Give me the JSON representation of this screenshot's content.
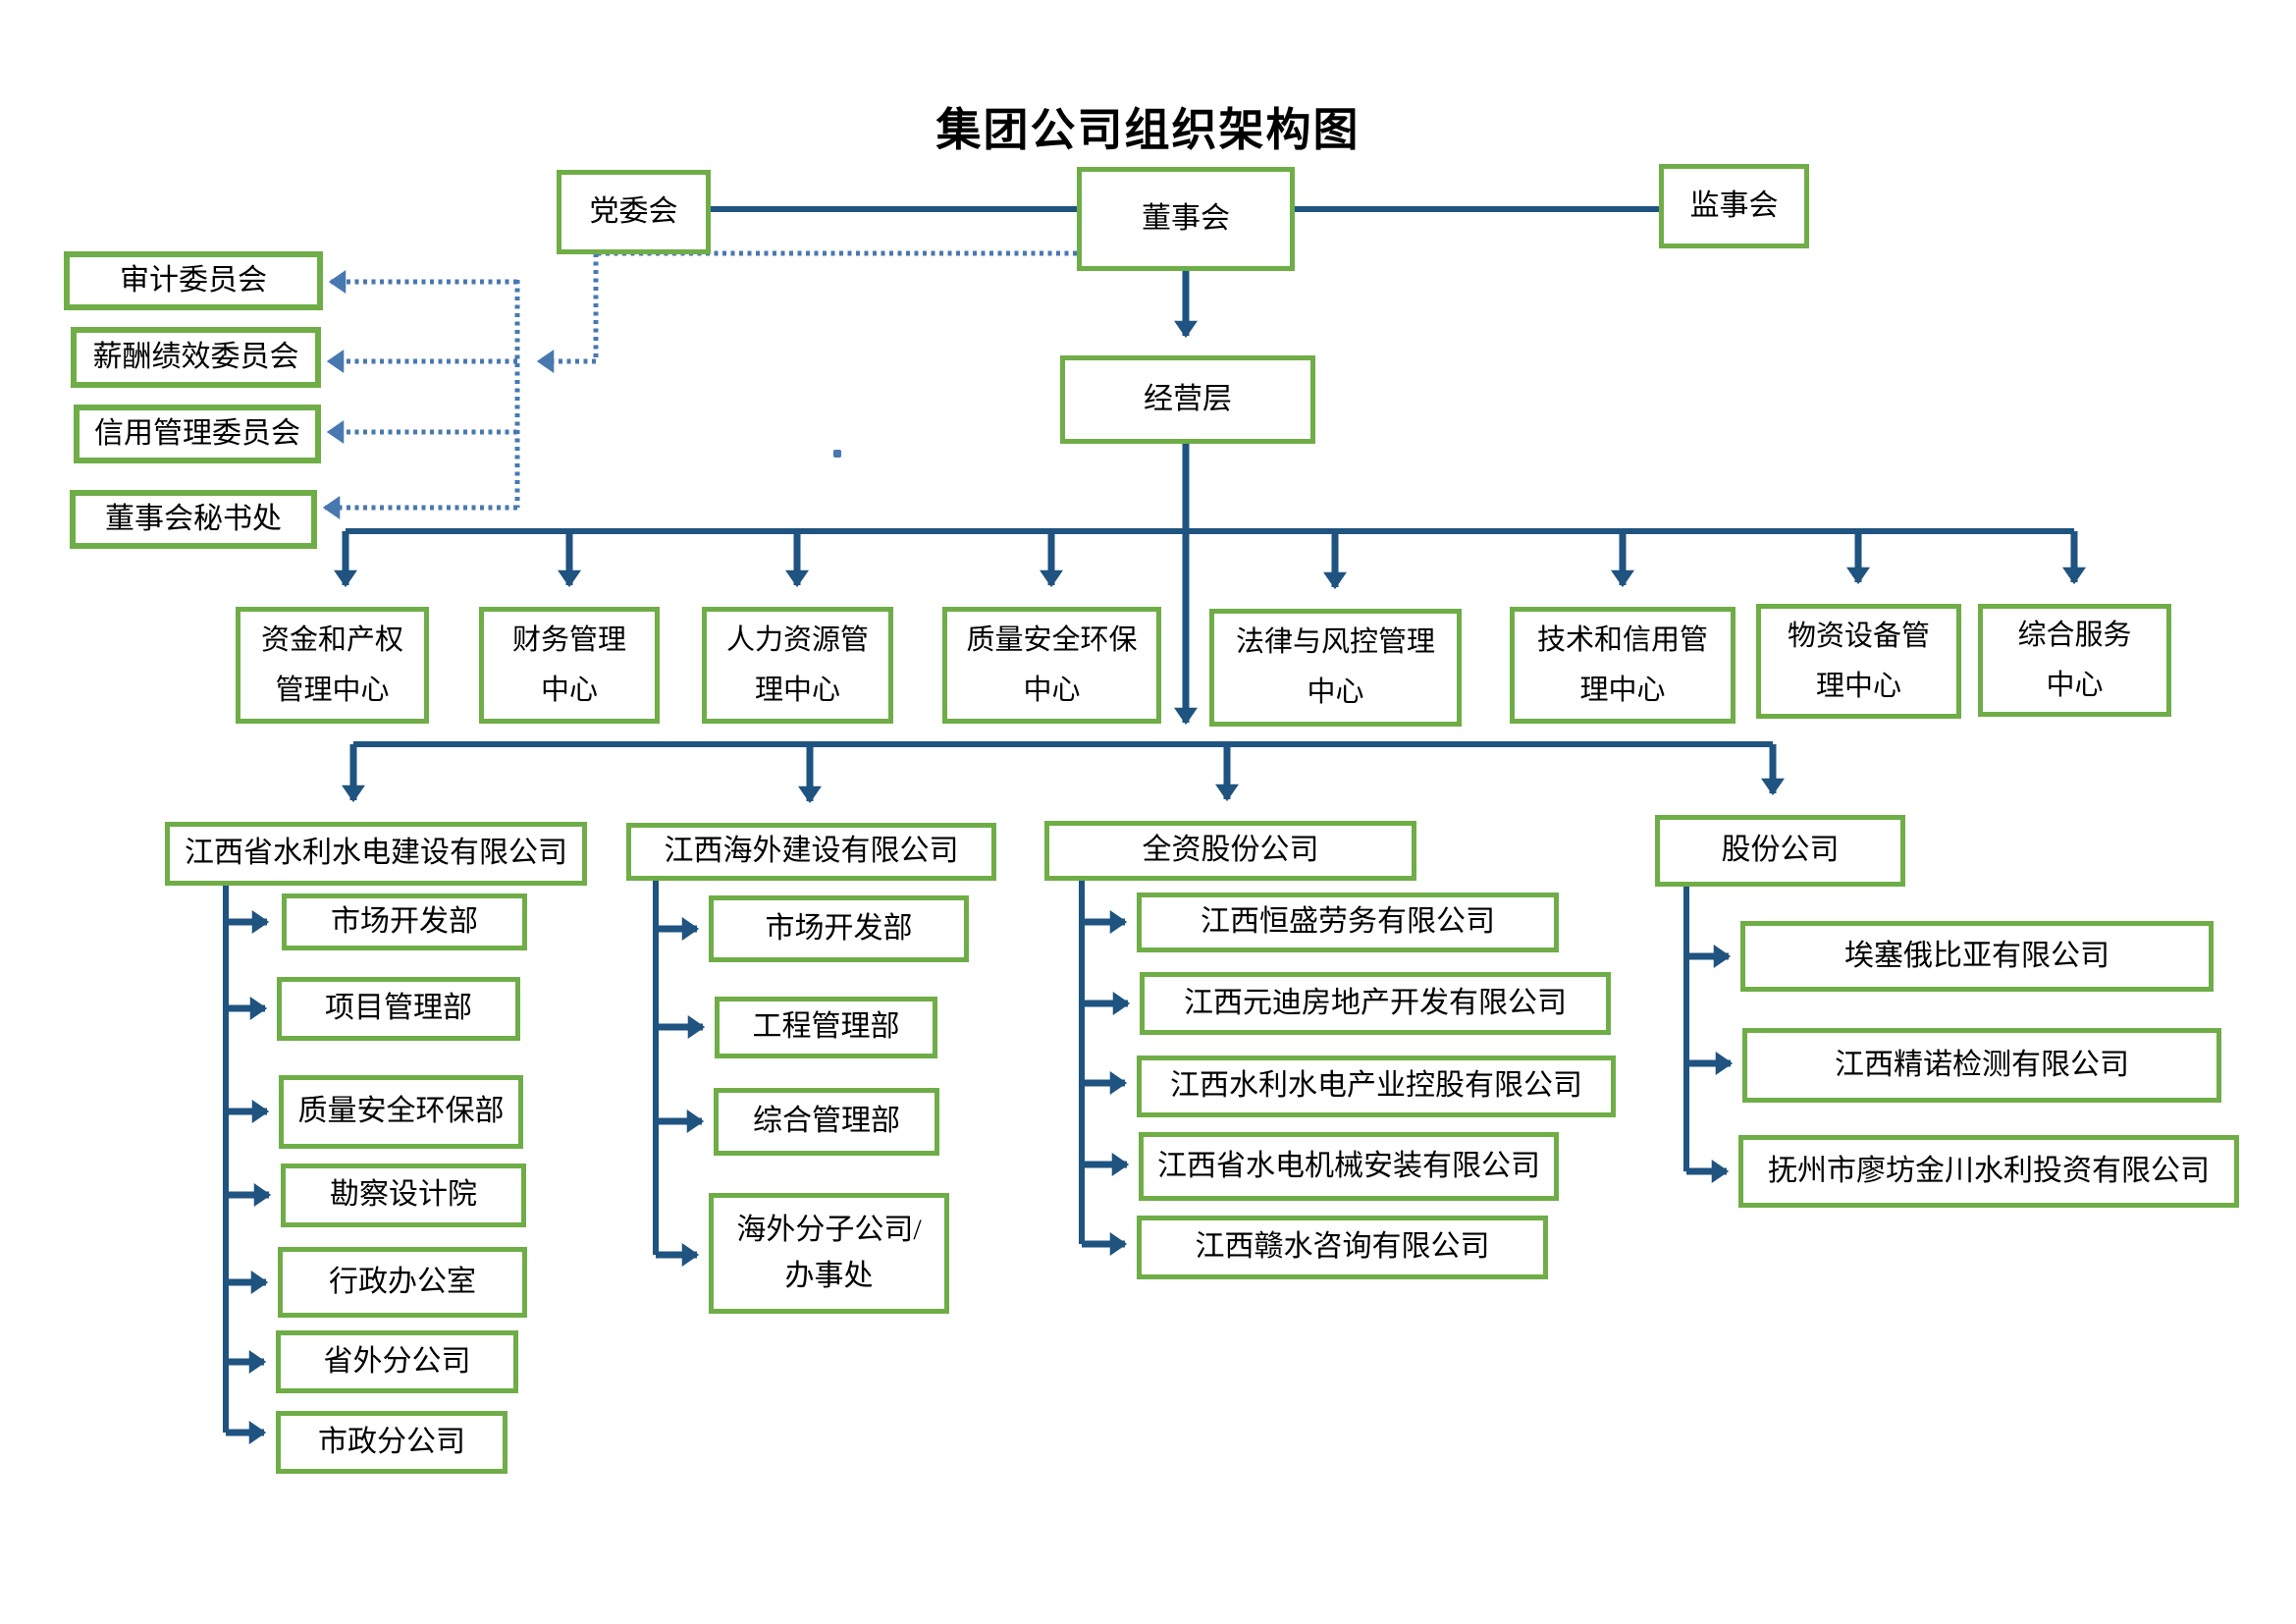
{
  "title": "集团公司组织架构图",
  "colors": {
    "box_border": "#6FAD47",
    "solid_line": "#1F5380",
    "dotted_line": "#4878B0",
    "text": "#000000",
    "background": "#FFFFFF"
  },
  "top_row": {
    "party_committee": "党委会",
    "board": "董事会",
    "supervisory_board": "监事会"
  },
  "board_committees": [
    "审计委员会",
    "薪酬绩效委员会",
    "信用管理委员会",
    "董事会秘书处"
  ],
  "management_layer": "经营层",
  "function_centers": [
    "资金和产权\n管理中心",
    "财务管理\n中心",
    "人力资源管\n理中心",
    "质量安全环保\n中心",
    "法律与风控管理\n中心",
    "技术和信用管\n理中心",
    "物资设备管\n理中心",
    "综合服务\n中心"
  ],
  "subsidiaries": [
    {
      "name": "江西省水利水电建设有限公司",
      "departments": [
        "市场开发部",
        "项目管理部",
        "质量安全环保部",
        "勘察设计院",
        "行政办公室",
        "省外分公司",
        "市政分公司"
      ]
    },
    {
      "name": "江西海外建设有限公司",
      "departments": [
        "市场开发部",
        "工程管理部",
        "综合管理部",
        "海外分子公司/\n办事处"
      ]
    },
    {
      "name": "全资股份公司",
      "departments": [
        "江西恒盛劳务有限公司",
        "江西元迪房地产开发有限公司",
        "江西水利水电产业控股有限公司",
        "江西省水电机械安装有限公司",
        "江西赣水咨询有限公司"
      ]
    },
    {
      "name": "股份公司",
      "departments": [
        "埃塞俄比亚有限公司",
        "江西精诺检测有限公司",
        "抚州市廖坊金川水利投资有限公司"
      ]
    }
  ]
}
